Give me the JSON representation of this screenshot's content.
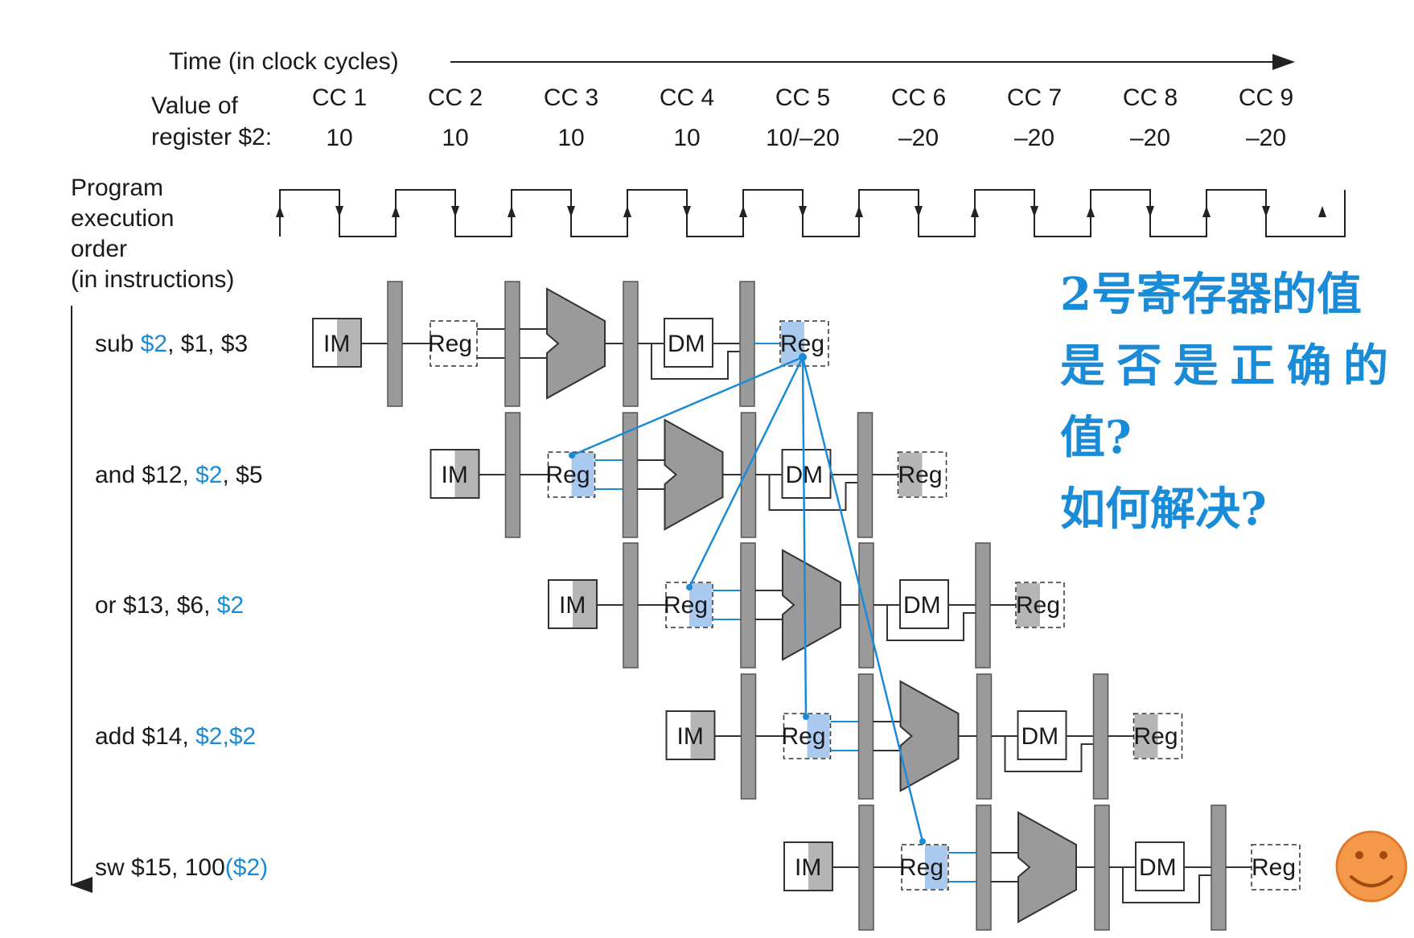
{
  "header": {
    "time_label": "Time (in clock cycles)",
    "value_label_line1": "Value of",
    "value_label_line2": "register $2:",
    "cycles": [
      "CC 1",
      "CC 2",
      "CC 3",
      "CC 4",
      "CC 5",
      "CC 6",
      "CC 7",
      "CC 8",
      "CC 9"
    ],
    "values": [
      "10",
      "10",
      "10",
      "10",
      "10/–20",
      "–20",
      "–20",
      "–20",
      "–20"
    ]
  },
  "order_label": [
    "Program",
    "execution",
    "order",
    "(in instructions)"
  ],
  "instructions": [
    {
      "parts": [
        {
          "t": "sub ",
          "hl": false
        },
        {
          "t": "$2",
          "hl": true
        },
        {
          "t": ", $1, $3",
          "hl": false
        }
      ]
    },
    {
      "parts": [
        {
          "t": "and $12, ",
          "hl": false
        },
        {
          "t": "$2",
          "hl": true
        },
        {
          "t": ", $5",
          "hl": false
        }
      ]
    },
    {
      "parts": [
        {
          "t": "or $13, $6, ",
          "hl": false
        },
        {
          "t": "$2",
          "hl": true
        }
      ]
    },
    {
      "parts": [
        {
          "t": "add $14, ",
          "hl": false
        },
        {
          "t": "$2,$2",
          "hl": true
        }
      ]
    },
    {
      "parts": [
        {
          "t": "sw $15, 100",
          "hl": false
        },
        {
          "t": "($2)",
          "hl": true
        }
      ]
    }
  ],
  "stages": {
    "im": "IM",
    "reg": "Reg",
    "dm": "DM"
  },
  "note_lines": [
    "2号寄存器的值",
    "是否是正确的",
    "值?",
    "如何解决?"
  ],
  "colors": {
    "highlight_text": "#1a8bd6",
    "highlight_fill": "#a9c9ee",
    "forward_line": "#1a8bd6",
    "pipeline_gray": "#9a9a9a",
    "smiley": "#f4984a"
  },
  "icons": {
    "smiley": "smiley-face-icon"
  }
}
